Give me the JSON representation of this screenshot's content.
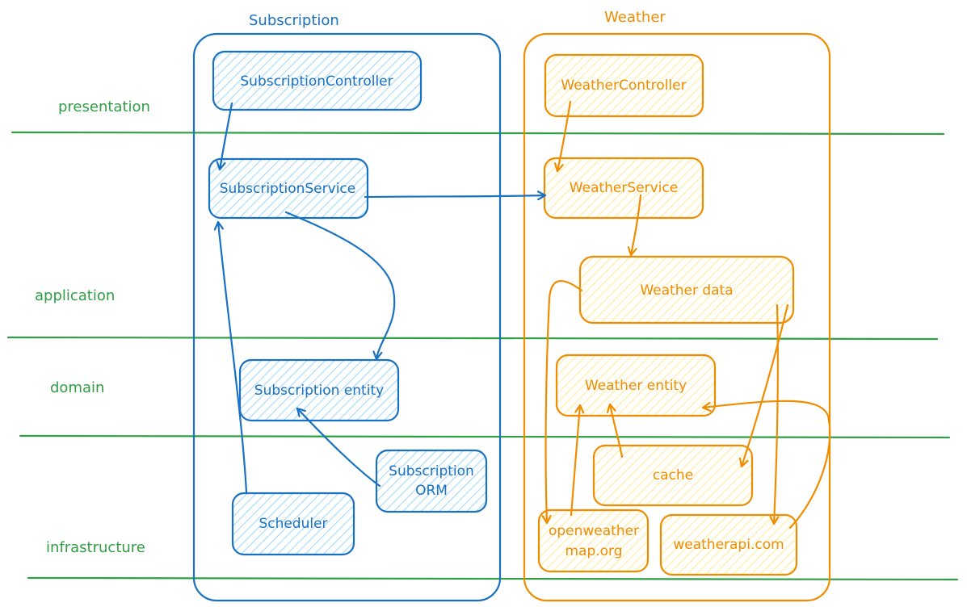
{
  "containers": {
    "subscription_title": "Subscription",
    "weather_title": "Weather"
  },
  "layers": {
    "presentation": "presentation",
    "application": "application",
    "domain": "domain",
    "infrastructure": "infrastructure"
  },
  "subscription": {
    "controller": "SubscriptionController",
    "service": "SubscriptionService",
    "entity": "Subscription entity",
    "orm_line1": "Subscription",
    "orm_line2": "ORM",
    "scheduler": "Scheduler"
  },
  "weather": {
    "controller": "WeatherController",
    "service": "WeatherService",
    "data": "Weather data",
    "entity": "Weather entity",
    "cache": "cache",
    "openweather_line1": "openweather",
    "openweather_line2": "map.org",
    "weatherapi": "weatherapi.com"
  },
  "colors": {
    "blue": "#1971c2",
    "blue_fill": "#a5d8ff",
    "orange": "#f08c00",
    "orange_fill": "#ffec99",
    "green": "#2f9e44"
  }
}
